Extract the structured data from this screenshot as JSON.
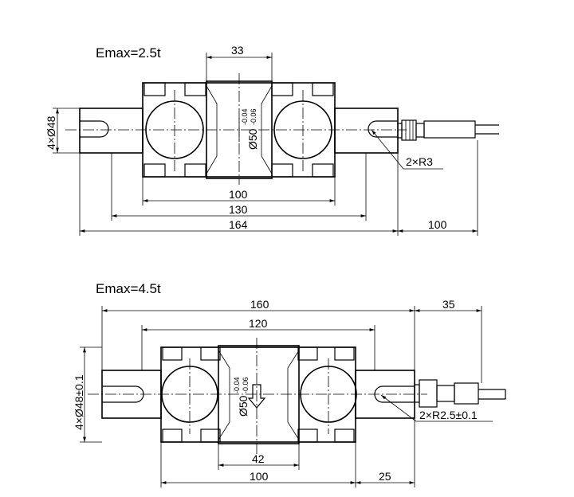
{
  "top_view": {
    "title": "Emax=2.5t",
    "dim_33": "33",
    "dim_100": "100",
    "dim_130": "130",
    "dim_164": "164",
    "dim_cable": "100",
    "dim_holes": "4×Ø48",
    "dim_radius": "2×R3",
    "dim_dia": "Ø50",
    "tol_upper": "-0.04",
    "tol_lower": "-0.06"
  },
  "bottom_view": {
    "title": "Emax=4.5t",
    "dim_160": "160",
    "dim_120": "120",
    "dim_35": "35",
    "dim_42": "42",
    "dim_100": "100",
    "dim_25": "25",
    "dim_holes": "4×Ø48±0.1",
    "dim_radius": "2×R2.5±0.1",
    "dim_dia": "Ø50",
    "tol_upper": "-0.04",
    "tol_lower": "-0.06"
  }
}
